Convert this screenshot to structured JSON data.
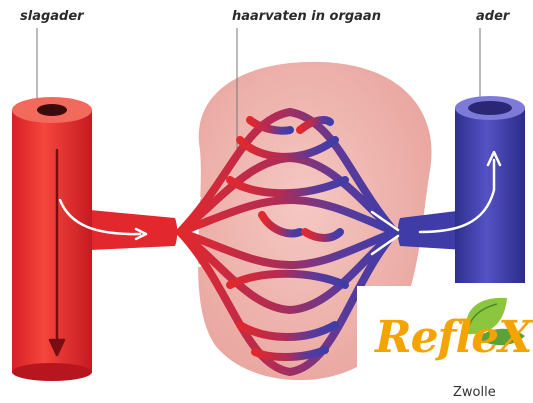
{
  "labels": {
    "artery": "slagader",
    "capillaries": "haarvaten in orgaan",
    "vein": "ader"
  },
  "logo": {
    "name": "ReflеX",
    "location": "Zwolle"
  },
  "colors": {
    "artery": "#e2282c",
    "vein": "#3f3ca8",
    "organ": "#eea8a2",
    "logo_orange": "#f5a300",
    "leaf_green": "#8cc63f"
  }
}
